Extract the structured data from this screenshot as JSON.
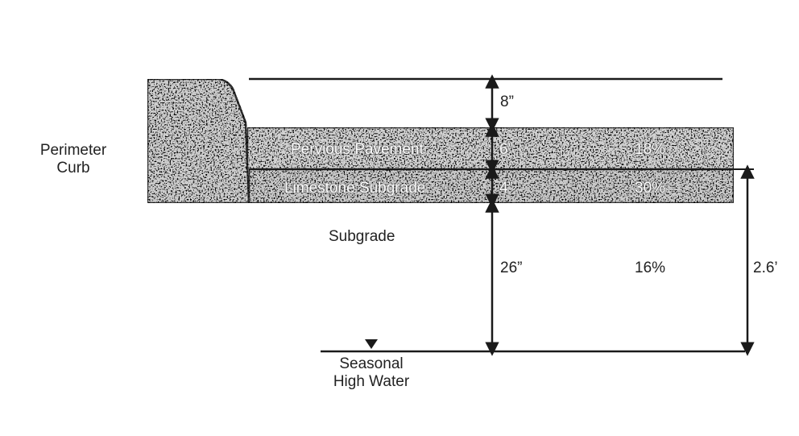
{
  "labels": {
    "perimeter_curb_line1": "Perimeter",
    "perimeter_curb_line2": "Curb",
    "pervious_pavement": "Pervious Pavement",
    "limestone_subgrade": "Limestone Subgrade",
    "subgrade": "Subgrade",
    "seasonal_high_water_line1": "Seasonal",
    "seasonal_high_water_line2": "High Water"
  },
  "dimensions": {
    "top_gap": "8”",
    "pavement_thickness": "6”",
    "limestone_thickness": "4”",
    "subgrade_depth": "26”",
    "total_depth": "2.6’"
  },
  "percentages": {
    "pavement": "18%",
    "limestone": "30%",
    "subgrade": "16%"
  },
  "colors": {
    "line": "#1a1a1a",
    "concrete_base": "#cfcfcf",
    "concrete_outline": "#333333",
    "label_text": "#222222"
  }
}
